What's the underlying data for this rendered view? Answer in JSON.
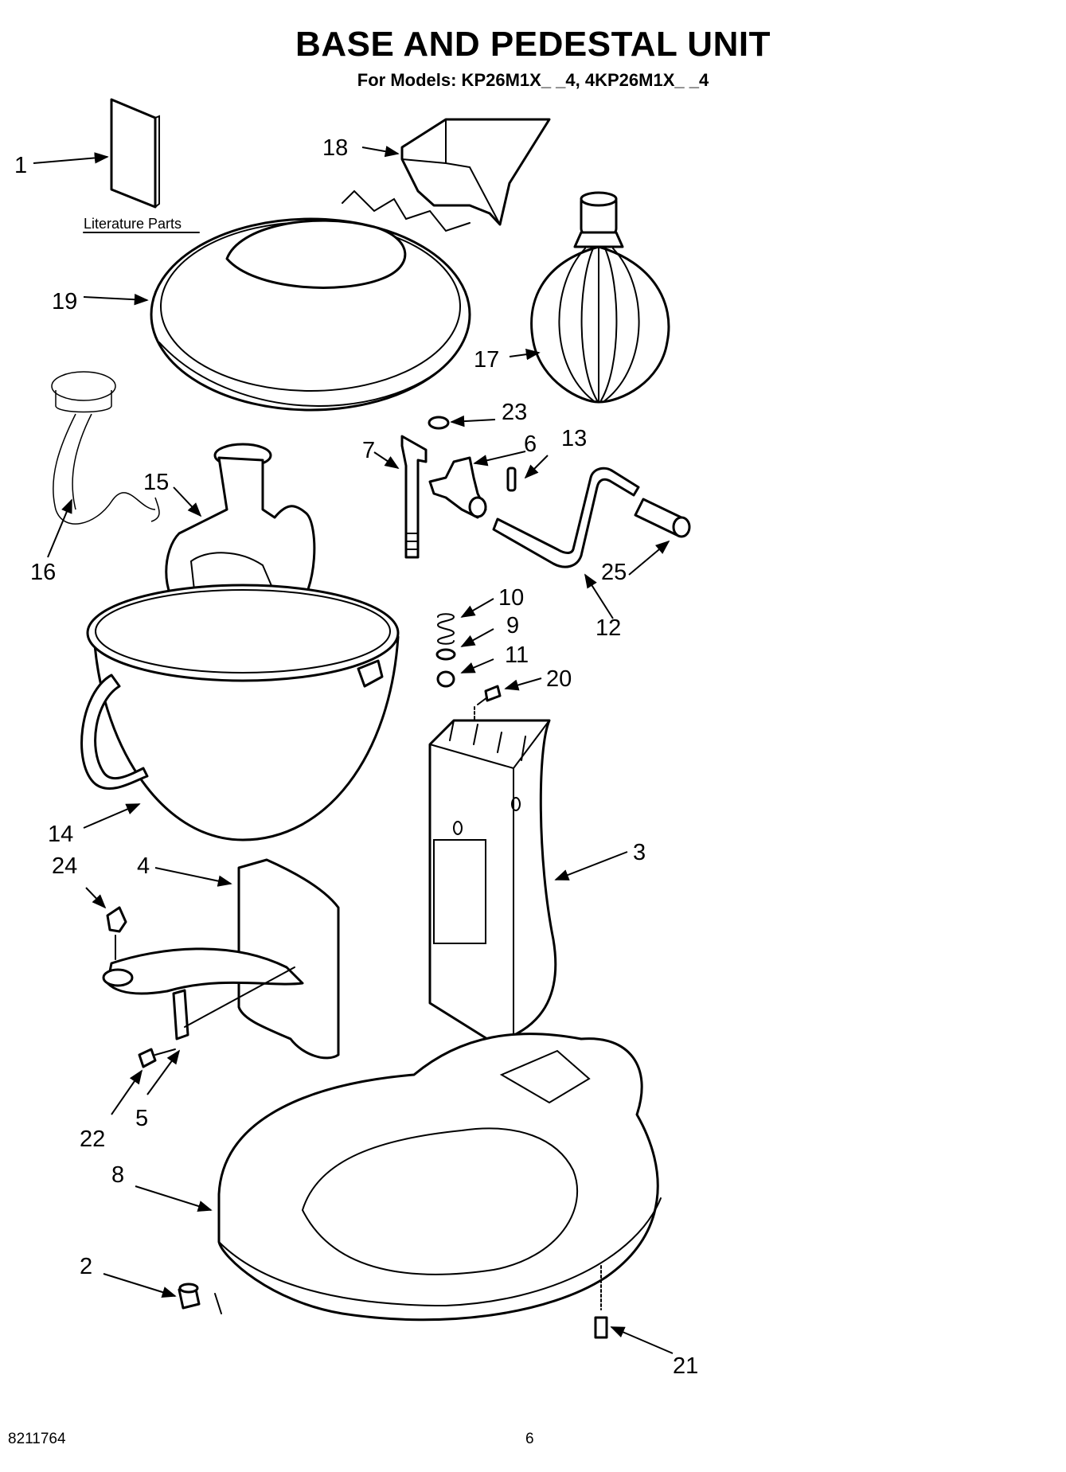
{
  "header": {
    "title": "BASE AND PEDESTAL UNIT",
    "subtitle": "For Models: KP26M1X_ _4, 4KP26M1X_ _4"
  },
  "literature_label": "Literature Parts",
  "callouts": [
    "1",
    "2",
    "3",
    "4",
    "5",
    "6",
    "7",
    "8",
    "9",
    "10",
    "11",
    "12",
    "13",
    "14",
    "15",
    "16",
    "17",
    "18",
    "19",
    "20",
    "21",
    "22",
    "23",
    "24",
    "25"
  ],
  "footer": {
    "document_number": "8211764",
    "page_number": "6"
  }
}
